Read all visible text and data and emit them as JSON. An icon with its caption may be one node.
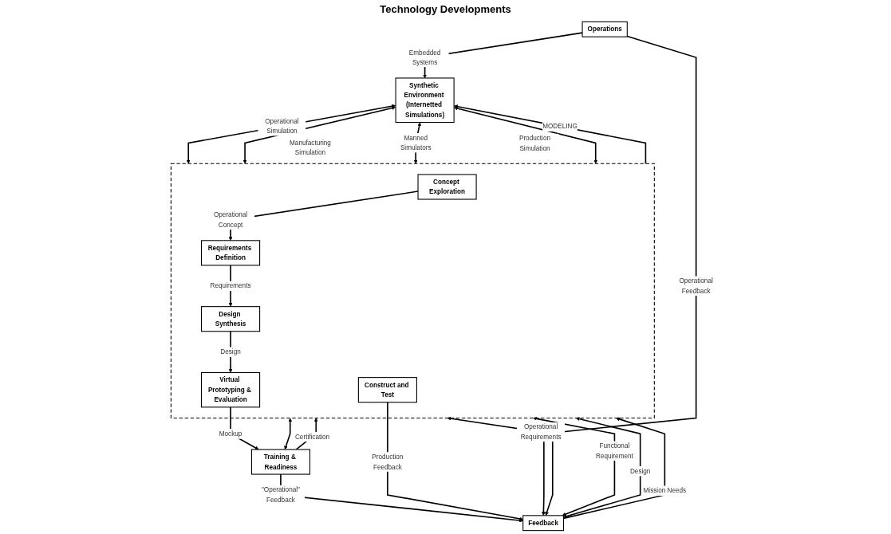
{
  "diagram": {
    "nodes": [
      {
        "text": [
          "Synthetic Environment (Internetted Simulations)"
        ]
      },
      {
        "text": [],
        "shape": "box"
      },
      {
        "text": [
          "Concept Exploration"
        ],
        "in": 1
      },
      {
        "text": [
          "Requirements Definition"
        ],
        "in": 1
      },
      {
        "text": [
          "Design Synthesis"
        ],
        "in": 1
      },
      {
        "text": [
          "Virtual Prototyping & Evaluation"
        ],
        "in": 1
      },
      {
        "text": [
          "Construct and Test"
        ],
        "in": 1
      },
      {
        "text": [
          "Training & Readiness"
        ]
      },
      {
        "text": [
          "Operations"
        ]
      },
      {
        "text": [
          "Feedback"
        ]
      }
    ],
    "edges": [
      {
        "from": 1,
        "to": 0,
        "arrow": "to",
        "label": "MODELING"
      },
      {
        "from": 0,
        "to": 1,
        "arrow": "both",
        "label": "Operational Simulation"
      },
      {
        "from": 0,
        "to": 1,
        "arrow": "both",
        "label": "Manufacturing Simulation"
      },
      {
        "from": 0,
        "to": 1,
        "arrow": "both",
        "label": "Manned Simulators"
      },
      {
        "from": 0,
        "to": 1,
        "arrow": "both",
        "label": "Production Simulation"
      },
      {
        "from": 8,
        "to": 0,
        "arrow": "to",
        "label": "Embedded Systems"
      },
      {
        "from": 2,
        "to": 3,
        "arrow": "to",
        "label": "Operational Concept"
      },
      {
        "from": 3,
        "to": 4,
        "arrow": "to",
        "label": "Requirements"
      },
      {
        "from": 4,
        "to": 5,
        "arrow": "to",
        "label": "Design"
      },
      {
        "from": 9,
        "to": 1,
        "arrow": "to",
        "label": "Mission Needs"
      },
      {
        "from": 1,
        "to": 9,
        "arrow": "both",
        "label": "Operational Requirements"
      },
      {
        "from": 1,
        "to": 9,
        "arrow": "both",
        "label": "Functional Requirement"
      },
      {
        "from": 1,
        "to": 9,
        "arrow": "both",
        "label": "Design"
      },
      {
        "from": 5,
        "to": 7,
        "arrow": "to",
        "label": "Mockup"
      },
      {
        "from": 1,
        "to": 7,
        "arrow": "both"
      },
      {
        "from": 7,
        "to": 1,
        "arrow": "to",
        "label": "Certification"
      },
      {
        "from": 7,
        "to": 9,
        "arrow": "to",
        "label": "\"Operational\" Feedback"
      },
      {
        "from": 6,
        "to": 9,
        "arrow": "to",
        "label": "Production Feedback"
      },
      {
        "from": 8,
        "to": 9,
        "arrow": "to",
        "label": "Operational Feedback"
      }
    ],
    "labels": [
      "Technology Developments"
    ]
  }
}
